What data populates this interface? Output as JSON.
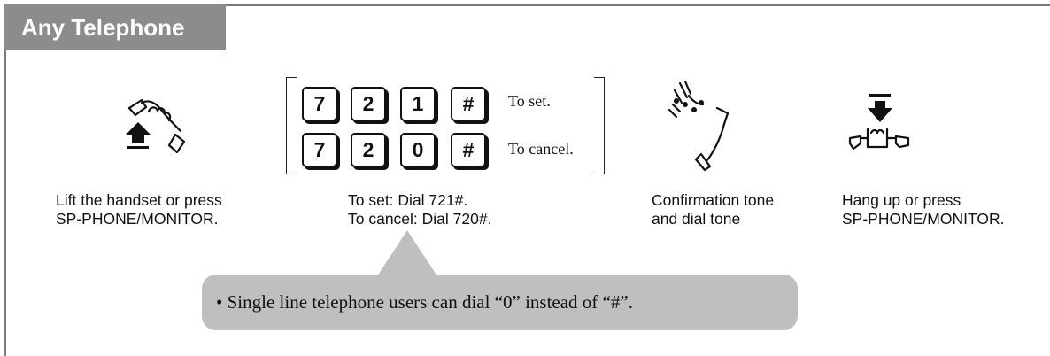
{
  "header": {
    "title": "Any Telephone"
  },
  "steps": [
    {
      "icon": "lift-handset-icon",
      "lines": [
        "Lift the handset or press",
        "SP-PHONE/MONITOR."
      ]
    },
    {
      "icon": "keypad",
      "lines": [
        "To set: Dial 721#.",
        "To cancel: Dial 720#."
      ]
    },
    {
      "icon": "tone-handset-icon",
      "lines": [
        "Confirmation tone",
        "and dial tone"
      ]
    },
    {
      "icon": "hang-up-icon",
      "lines": [
        "Hang up or press",
        "SP-PHONE/MONITOR."
      ]
    }
  ],
  "keypad": {
    "rows": [
      {
        "keys": [
          "7",
          "2",
          "1",
          "#"
        ],
        "label": "To set."
      },
      {
        "keys": [
          "7",
          "2",
          "0",
          "#"
        ],
        "label": "To cancel."
      }
    ]
  },
  "note": {
    "text": "• Single line telephone users can dial “0” instead of “#”."
  },
  "colors": {
    "header_bg": "#8c8c8c",
    "note_bg": "#bfbfbf",
    "frame": "#7a7a7a"
  }
}
